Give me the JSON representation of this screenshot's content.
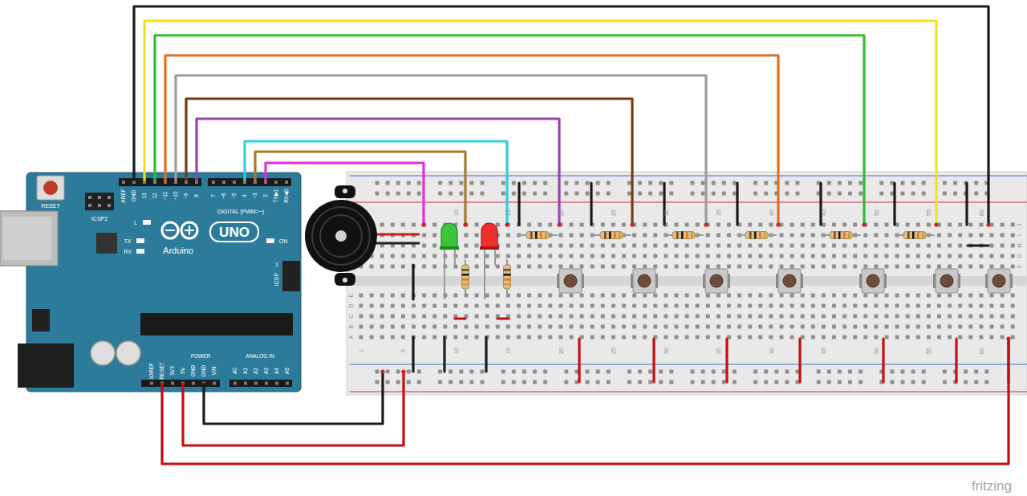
{
  "diagram": {
    "labels": [
      "RESET",
      "ICSP2",
      "L",
      "TX",
      "RX",
      "UNO",
      "Arduino",
      "ON",
      "1",
      "ICSP",
      "DIGITAL (PWM=~)",
      "AREF",
      "GND",
      "13",
      "12",
      "~11",
      "~10",
      "~9",
      "8",
      "7",
      "~6",
      "~5",
      "4",
      "~3",
      "2",
      "TX▶1",
      "RX◀0",
      "POWER",
      "ANALOG IN",
      "IOREF",
      "RESET",
      "3V3",
      "5V",
      "GND",
      "GND",
      "VIN",
      "A0",
      "A1",
      "A2",
      "A3",
      "A4",
      "A5",
      "10",
      "15",
      "20",
      "25",
      "30",
      "35",
      "40",
      "45",
      "50",
      "55",
      "60",
      "1",
      "5",
      "10",
      "15",
      "20",
      "25",
      "30",
      "35",
      "40",
      "45",
      "50",
      "55",
      "60",
      "A",
      "B",
      "C",
      "D",
      "E",
      "F",
      "G",
      "H",
      "I",
      "J",
      "fritzing"
    ]
  }
}
